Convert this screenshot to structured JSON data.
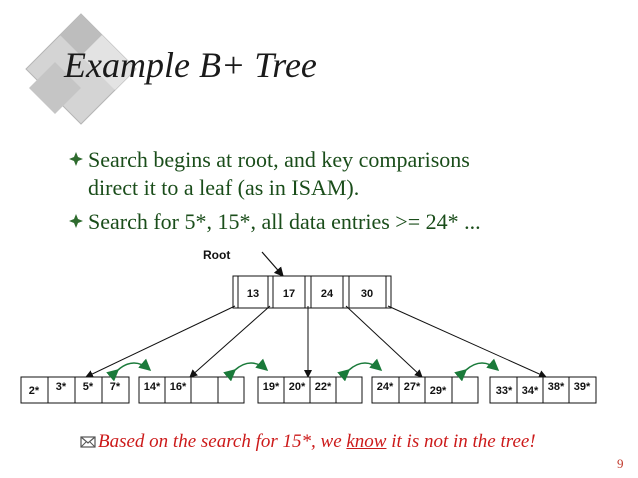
{
  "slide": {
    "title": "Example B+ Tree",
    "bullets": [
      {
        "line1": "Search begins at root, and key comparisons",
        "line2": "direct it to a leaf (as in ISAM)."
      },
      {
        "line1": "Search for 5*, 15*, all data entries >= 24* ...",
        "line2": ""
      }
    ],
    "root_label": "Root",
    "root_keys": [
      "13",
      "17",
      "24",
      "30"
    ],
    "leaves": [
      [
        "2*",
        "3*",
        "5*",
        "7*"
      ],
      [
        "14*",
        "16*",
        "",
        ""
      ],
      [
        "19*",
        "20*",
        "22*",
        ""
      ],
      [
        "24*",
        "27*",
        "29*",
        ""
      ],
      [
        "33*",
        "34*",
        "38*",
        "39*"
      ]
    ],
    "note": {
      "before": "Based on the search for 15*, we ",
      "emph": "know",
      "after": " it is not in the tree!"
    },
    "page_number": "9",
    "colors": {
      "accent": "#cc1a1a",
      "bullet_text": "#1a4d1a",
      "arrow": "#1a7a3a"
    }
  }
}
